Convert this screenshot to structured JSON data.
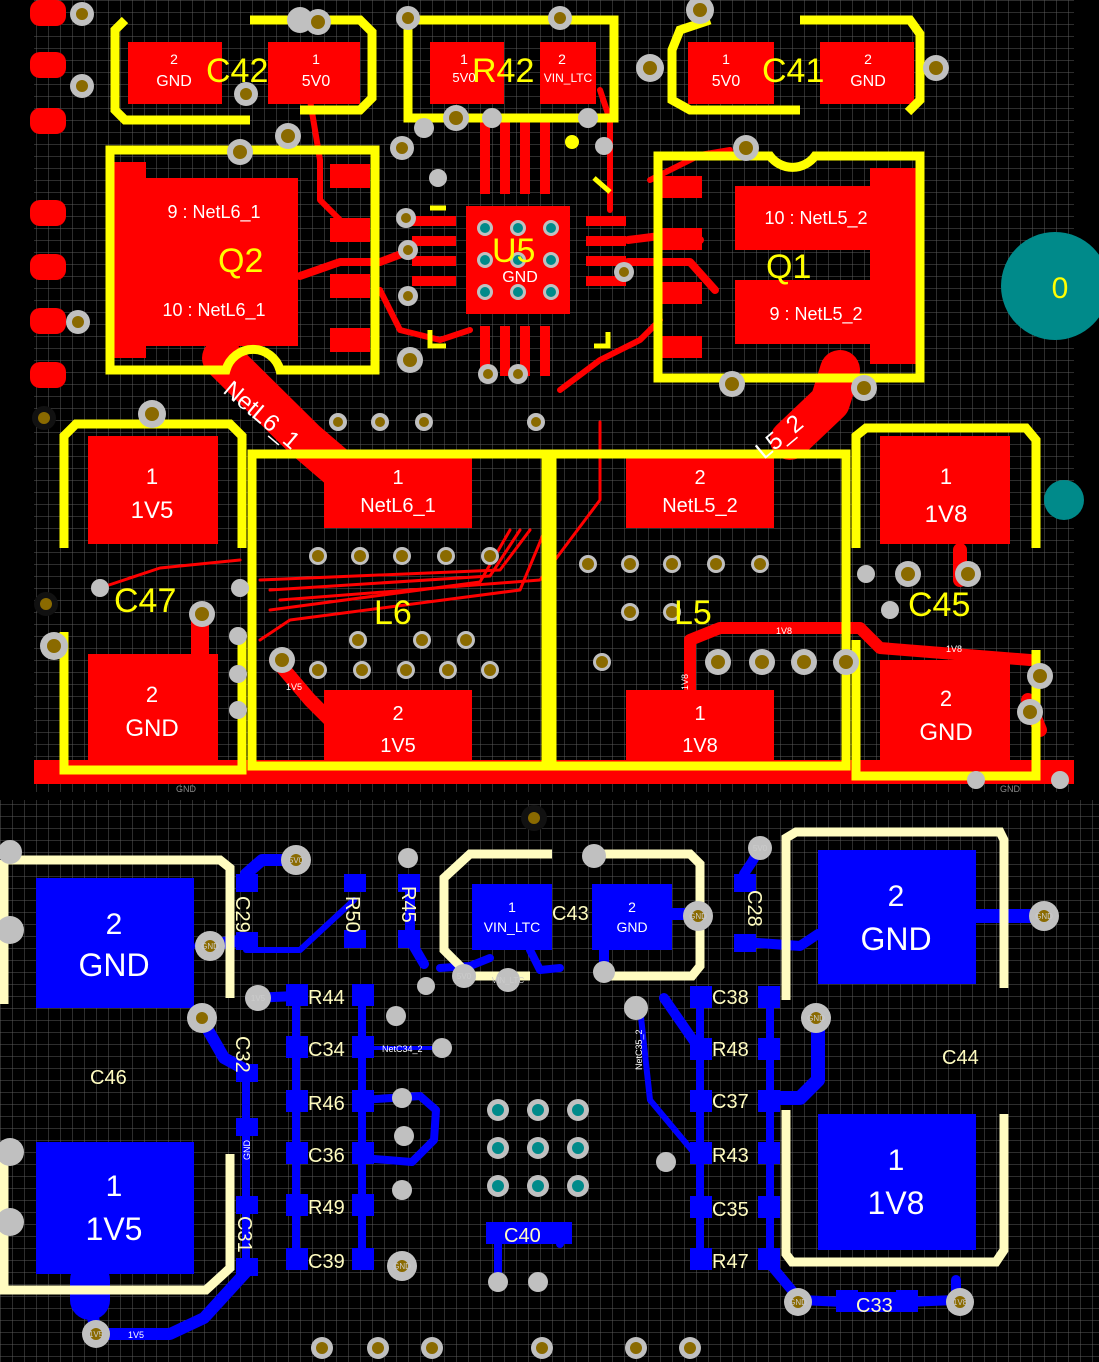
{
  "colors": {
    "top_copper": "#ff0000",
    "bottom_copper": "#0000ff",
    "top_silk": "#ffff00",
    "bottom_silk": "#fffcc0",
    "via": "#c0c0c0",
    "via_hole": "#8a6a00",
    "thermal": "#008a8a",
    "grid": "#5a5a5a"
  },
  "top": {
    "designators": {
      "c42": "C42",
      "r42": "R42",
      "c41": "C41",
      "q2": "Q2",
      "u5": "U5",
      "q1": "Q1",
      "c47": "C47",
      "l6": "L6",
      "l5": "L5",
      "c45": "C45"
    },
    "pads": {
      "c42_p2_num": "2",
      "c42_p2_net": "GND",
      "c42_p1_num": "1",
      "c42_p1_net": "5V0",
      "r42_p1_num": "1",
      "r42_p1_net": "5V0",
      "r42_p2_num": "2",
      "r42_p2_net": "VIN_LTC",
      "c41_p1_num": "1",
      "c41_p1_net": "5V0",
      "c41_p2_num": "2",
      "c41_p2_net": "GND",
      "q2_pad9": "9 : NetL6_1",
      "q2_pad10": "10 : NetL6_1",
      "q1_pad10": "10 : NetL5_2",
      "q1_pad9": "9 : NetL5_2",
      "u5_gnd": "GND",
      "c47_p1_num": "1",
      "c47_p1_net": "1V5",
      "c47_p2_num": "2",
      "c47_p2_net": "GND",
      "l6_p1_num": "1",
      "l6_p1_net": "NetL6_1",
      "l6_p2_num": "2",
      "l6_p2_net": "1V5",
      "l5_p2_num": "2",
      "l5_p2_net": "NetL5_2",
      "l5_p1_num": "1",
      "l5_p1_net": "1V8",
      "c45_p1_num": "1",
      "c45_p1_net": "1V8",
      "c45_p2_num": "2",
      "c45_p2_net": "GND",
      "pad_zero": "0"
    },
    "trace_labels": {
      "netl6": "NetL6_1",
      "netl5": "L5_2",
      "v1v8_a": "1V8",
      "v1v8_b": "1V8",
      "v1v8_c": "1V8",
      "v1v5": "1V5",
      "gnd_a": "GND",
      "gnd_b": "GND"
    }
  },
  "bottom": {
    "designators": {
      "c29": "C29",
      "r50": "R50",
      "r45": "R45",
      "c43": "C43",
      "c28": "C28",
      "c46": "C46",
      "r44": "R44",
      "c34": "C34",
      "c32": "C32",
      "r46": "R46",
      "c36": "C36",
      "r49": "R49",
      "c39": "C39",
      "c31": "C31",
      "c40": "C40",
      "c38": "C38",
      "r48": "R48",
      "c37": "C37",
      "r43": "R43",
      "c35": "C35",
      "r47": "R47",
      "c44": "C44",
      "c33": "C33"
    },
    "pads": {
      "c46_p2_num": "2",
      "c46_p2_net": "GND",
      "c46_p1_num": "1",
      "c46_p1_net": "1V5",
      "c43_p1_num": "1",
      "c43_p1_net": "VIN_LTC",
      "c43_p2_num": "2",
      "c43_p2_net": "GND",
      "c44_p2_num": "2",
      "c44_p2_net": "GND",
      "c44_p1_num": "1",
      "c44_p1_net": "1V8"
    },
    "via_labels": {
      "v5v0_a": "5V0",
      "v5v0_b": "5V0",
      "v5v0_c": "5V0",
      "gnd_a": "GND",
      "gnd_b": "GND",
      "gnd_c": "GND",
      "gnd_d": "GND",
      "gnd_e": "GND",
      "v1v5_a": "1V5",
      "v1v5_b": "1V5",
      "v1v8": "1V8",
      "vin": "VIN_LTC",
      "gnd_f": "GND"
    },
    "trace_labels": {
      "netc34": "NetC34_2",
      "netc35": "NetC35_2",
      "gnd": "GND",
      "v1v5": "1V5"
    }
  }
}
